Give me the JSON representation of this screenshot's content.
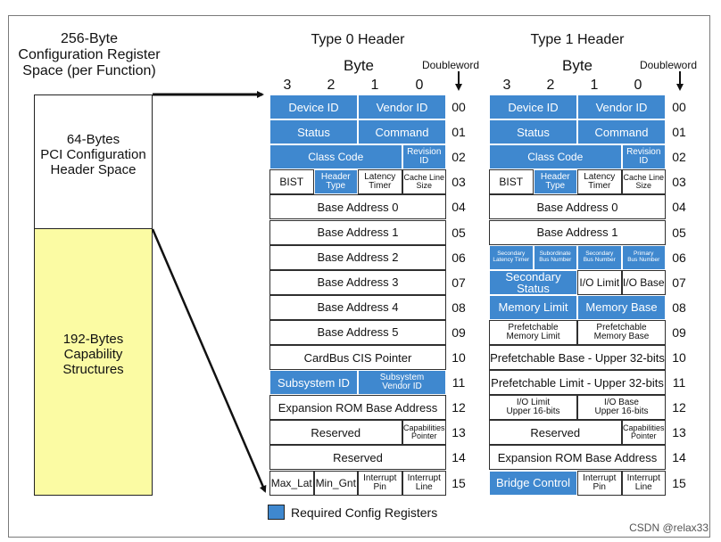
{
  "left": {
    "title": "256-Byte\nConfiguration Register\nSpace (per Function)",
    "header_space": "64-Bytes\nPCI Configuration\nHeader Space",
    "capability": "192-Bytes\nCapability\nStructures"
  },
  "columns": {
    "type0_title": "Type 0 Header",
    "type1_title": "Type 1 Header",
    "byte_label": "Byte",
    "doubleword_label": "Doubleword",
    "byte_numbers": [
      "3",
      "2",
      "1",
      "0"
    ]
  },
  "row_numbers": [
    "00",
    "01",
    "02",
    "03",
    "04",
    "05",
    "06",
    "07",
    "08",
    "09",
    "10",
    "11",
    "12",
    "13",
    "14",
    "15"
  ],
  "type0": [
    [
      [
        "Device ID",
        2,
        1
      ],
      [
        "Vendor ID",
        2,
        1
      ]
    ],
    [
      [
        "Status",
        2,
        1
      ],
      [
        "Command",
        2,
        1
      ]
    ],
    [
      [
        "Class Code",
        3,
        1
      ],
      [
        "Revision\nID",
        1,
        1
      ]
    ],
    [
      [
        "BIST",
        1,
        0
      ],
      [
        "Header\nType",
        1,
        1
      ],
      [
        "Latency\nTimer",
        1,
        0
      ],
      [
        "Cache Line\nSize",
        1,
        0
      ]
    ],
    [
      [
        "Base Address 0",
        4,
        0
      ]
    ],
    [
      [
        "Base Address 1",
        4,
        0
      ]
    ],
    [
      [
        "Base Address 2",
        4,
        0
      ]
    ],
    [
      [
        "Base Address 3",
        4,
        0
      ]
    ],
    [
      [
        "Base Address 4",
        4,
        0
      ]
    ],
    [
      [
        "Base Address 5",
        4,
        0
      ]
    ],
    [
      [
        "CardBus CIS Pointer",
        4,
        0
      ]
    ],
    [
      [
        "Subsystem ID",
        2,
        1
      ],
      [
        "Subsystem\nVendor ID",
        2,
        1
      ]
    ],
    [
      [
        "Expansion ROM Base Address",
        4,
        0
      ]
    ],
    [
      [
        "Reserved",
        3,
        0
      ],
      [
        "Capabilities\nPointer",
        1,
        0
      ]
    ],
    [
      [
        "Reserved",
        4,
        0
      ]
    ],
    [
      [
        "Max_Lat",
        1,
        0
      ],
      [
        "Min_Gnt",
        1,
        0
      ],
      [
        "Interrupt\nPin",
        1,
        0
      ],
      [
        "Interrupt\nLine",
        1,
        0
      ]
    ]
  ],
  "type1": [
    [
      [
        "Device ID",
        2,
        1
      ],
      [
        "Vendor ID",
        2,
        1
      ]
    ],
    [
      [
        "Status",
        2,
        1
      ],
      [
        "Command",
        2,
        1
      ]
    ],
    [
      [
        "Class Code",
        3,
        1
      ],
      [
        "Revision\nID",
        1,
        1
      ]
    ],
    [
      [
        "BIST",
        1,
        0
      ],
      [
        "Header\nType",
        1,
        1
      ],
      [
        "Latency\nTimer",
        1,
        0
      ],
      [
        "Cache Line\nSize",
        1,
        0
      ]
    ],
    [
      [
        "Base Address 0",
        4,
        0
      ]
    ],
    [
      [
        "Base Address 1",
        4,
        0
      ]
    ],
    [
      [
        "Secondary\nLatency Timer",
        1,
        1
      ],
      [
        "Subordinate\nBus Number",
        1,
        1
      ],
      [
        "Secondary\nBus Number",
        1,
        1
      ],
      [
        "Primary\nBus Number",
        1,
        1
      ]
    ],
    [
      [
        "Secondary Status",
        2,
        1
      ],
      [
        "I/O Limit",
        1,
        0
      ],
      [
        "I/O Base",
        1,
        0
      ]
    ],
    [
      [
        "Memory Limit",
        2,
        1
      ],
      [
        "Memory Base",
        2,
        1
      ]
    ],
    [
      [
        "Prefetchable\nMemory Limit",
        2,
        0
      ],
      [
        "Prefetchable\nMemory Base",
        2,
        0
      ]
    ],
    [
      [
        "Prefetchable Base - Upper 32-bits",
        4,
        0
      ]
    ],
    [
      [
        "Prefetchable Limit - Upper 32-bits",
        4,
        0
      ]
    ],
    [
      [
        "I/O Limit\nUpper 16-bits",
        2,
        0
      ],
      [
        "I/O Base\nUpper 16-bits",
        2,
        0
      ]
    ],
    [
      [
        "Reserved",
        3,
        0
      ],
      [
        "Capabilities\nPointer",
        1,
        0
      ]
    ],
    [
      [
        "Expansion ROM Base Address",
        4,
        0
      ]
    ],
    [
      [
        "Bridge Control",
        2,
        1
      ],
      [
        "Interrupt\nPin",
        1,
        0
      ],
      [
        "Interrupt\nLine",
        1,
        0
      ]
    ]
  ],
  "legend": {
    "label": "Required Config Registers",
    "color": "#3f88cf"
  },
  "watermark": "CSDN @relax33"
}
